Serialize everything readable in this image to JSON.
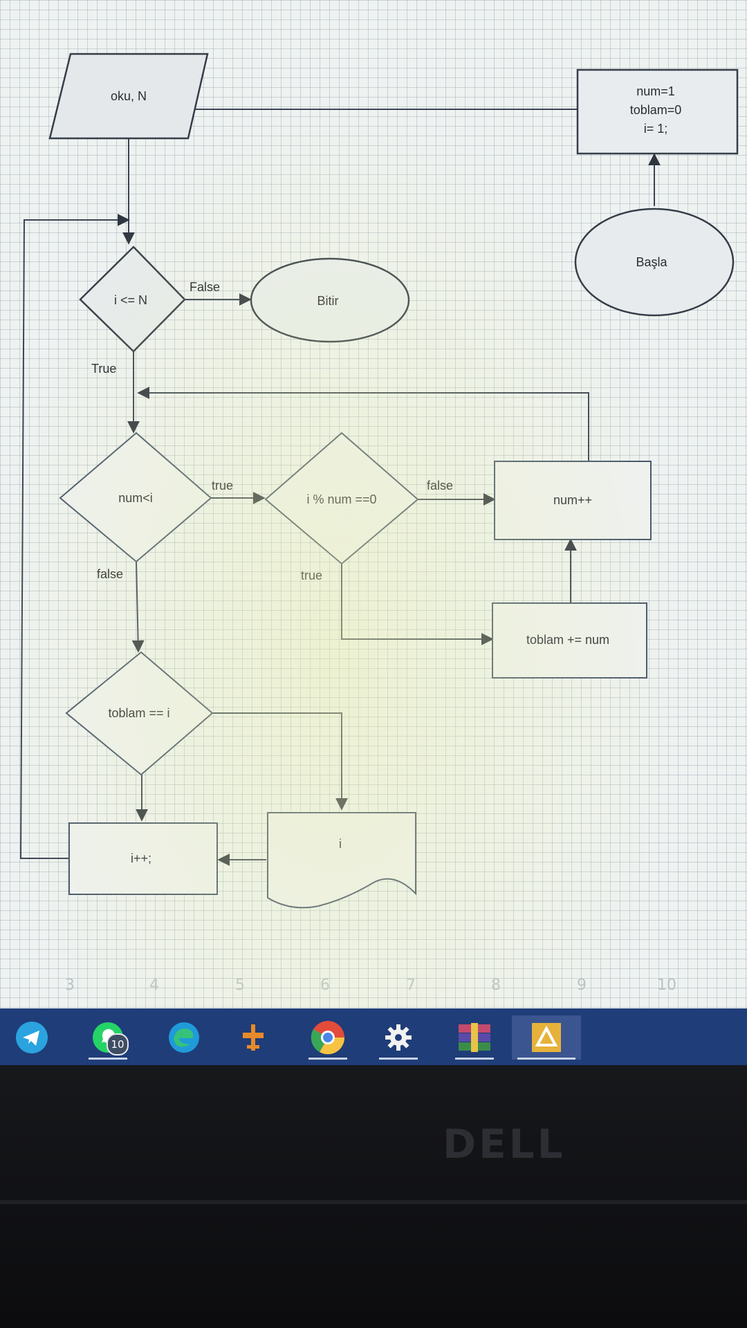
{
  "flowchart": {
    "nodes": {
      "input_read": "oku, N",
      "init_num": "num=1",
      "init_toplam": "toblam=0",
      "init_i": "i= 1;",
      "start": "Başla",
      "cond_i_le_n": "i <= N",
      "end": "Bitir",
      "cond_num_lt_i": "num<i",
      "cond_mod": "i % num ==0",
      "num_increment": "num++",
      "toplam_add": "toblam += num",
      "cond_toplam_eq_i": "toblam == i",
      "output_i": "i",
      "i_increment": "i++;"
    },
    "edge_labels": {
      "false_to_end": "False",
      "true_down": "True",
      "true_to_mod": "true",
      "false_to_increment": "false",
      "true_to_add": "true",
      "false_down": "false"
    }
  },
  "ruler": {
    "numbers": [
      "3",
      "4",
      "5",
      "6",
      "7",
      "8",
      "9",
      "10"
    ]
  },
  "taskbar": {
    "apps": [
      {
        "name": "telegram-icon",
        "color": "#2aa3df"
      },
      {
        "name": "whatsapp-icon",
        "color": "#25d366",
        "badge": "10"
      },
      {
        "name": "edge-icon",
        "color": "#1f9bd8"
      },
      {
        "name": "app-orange-icon",
        "color": "#e88a2a"
      },
      {
        "name": "chrome-icon",
        "color": "#e34b3b"
      },
      {
        "name": "settings-gear-icon",
        "color": "#f2f2f2"
      },
      {
        "name": "winrar-icon",
        "color": "#c44a6d"
      },
      {
        "name": "flowchart-app-icon",
        "color": "#e6b23b"
      }
    ]
  },
  "bezel": {
    "brand": "DELL"
  }
}
